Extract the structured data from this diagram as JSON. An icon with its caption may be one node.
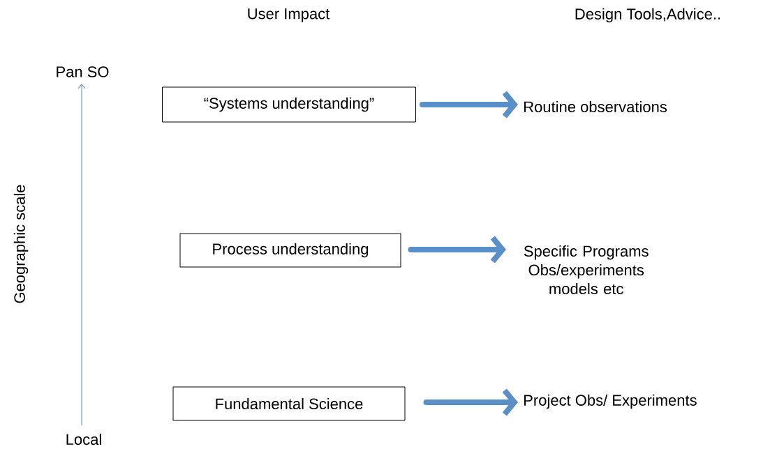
{
  "diagram": {
    "nodes": [
      {
        "text": [
          "“Systems understanding”"
        ]
      },
      {
        "text": [
          "Routine observations"
        ]
      },
      {
        "text": [
          "Process understanding"
        ]
      },
      {
        "text": [
          "Specific Programs Obs/experiments models etc"
        ]
      },
      {
        "text": [
          "Fundamental Science"
        ]
      },
      {
        "text": [
          "Project Obs/ Experiments"
        ]
      }
    ],
    "edges": [
      {
        "from": 0,
        "to": 1,
        "arrow": "to"
      },
      {
        "from": 2,
        "to": 3,
        "arrow": "to"
      },
      {
        "from": 4,
        "to": 5,
        "arrow": "to"
      }
    ],
    "labels": [
      "User Impact",
      "Design Tools,Advice..",
      "Pan SO",
      "Geographic scale",
      "Local"
    ]
  }
}
